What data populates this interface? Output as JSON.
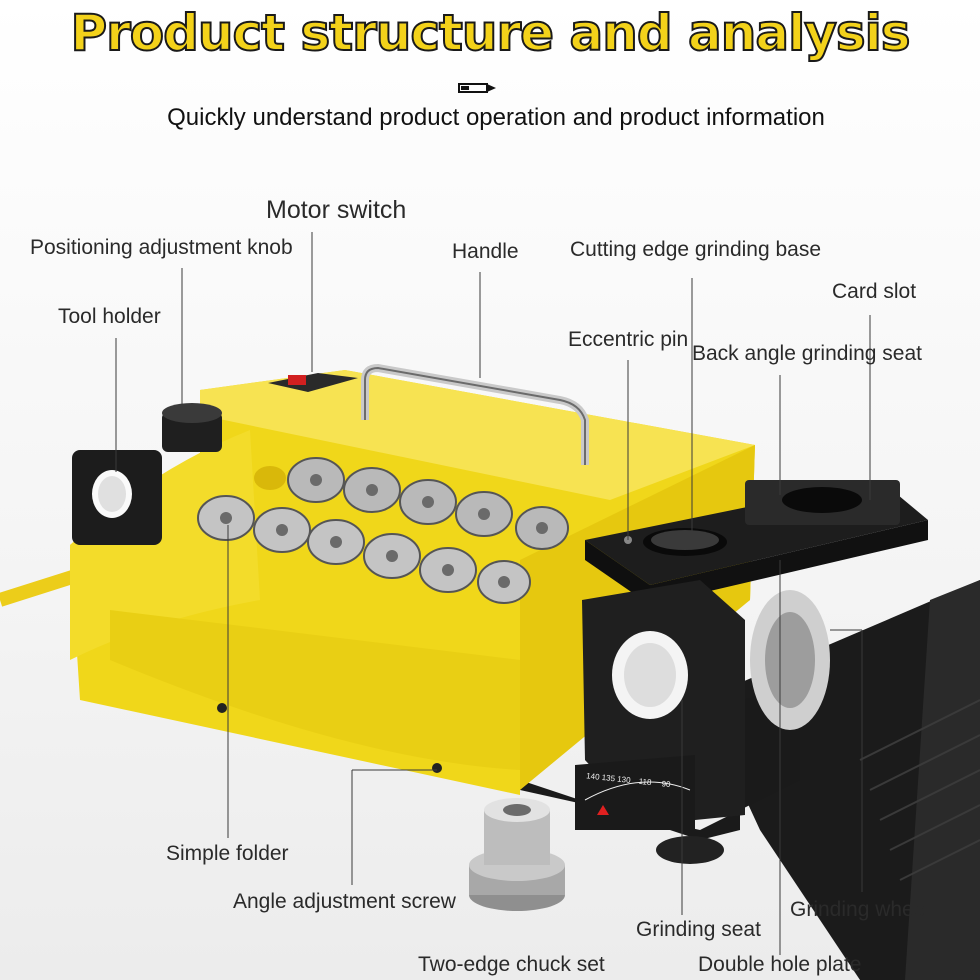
{
  "header": {
    "title": "Product structure and analysis",
    "subtitle": "Quickly understand product operation and product information",
    "divider_icon": "pen-icon"
  },
  "labels": {
    "motor_switch": "Motor switch",
    "positioning_knob": "Positioning adjustment knob",
    "handle": "Handle",
    "cutting_edge_base": "Cutting edge grinding base",
    "card_slot": "Card slot",
    "tool_holder": "Tool holder",
    "eccentric_pin": "Eccentric pin",
    "back_angle_seat": "Back angle grinding seat",
    "simple_folder": "Simple folder",
    "angle_screw": "Angle adjustment screw",
    "grinding_wheel": "Grinding wheel",
    "grinding_seat": "Grinding seat",
    "chuck_set": "Two-edge chuck set",
    "double_hole_plate": "Double hole plate"
  },
  "dial": {
    "values": [
      "140",
      "135",
      "130",
      "118",
      "90"
    ]
  },
  "colors": {
    "body_yellow": "#f2dc1e",
    "title_yellow": "#f3d21a",
    "metal_black": "#1e1e1e"
  }
}
